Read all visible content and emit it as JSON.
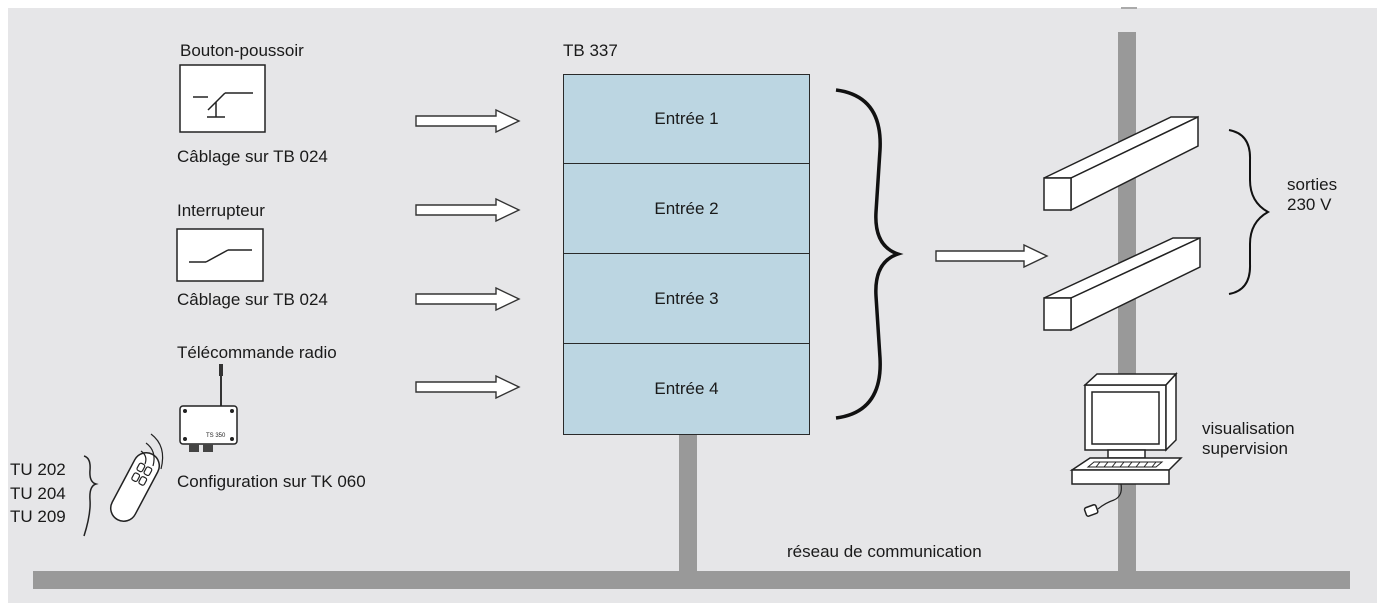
{
  "colors": {
    "background": "#e6e6e8",
    "bus": "#999999",
    "input_cell": "#bcd6e2",
    "outline": "#2a2a2a"
  },
  "left": {
    "push_button": {
      "title": "Bouton-poussoir",
      "caption": "Câblage sur TB 024"
    },
    "switch": {
      "title": "Interrupteur",
      "caption": "Câblage sur TB 024"
    },
    "radio": {
      "title": "Télécommande radio",
      "module_label": "TS 350",
      "caption": "Configuration sur TK 060"
    },
    "remote_refs": [
      "TU 202",
      "TU 204",
      "TU 209"
    ]
  },
  "device": {
    "title": "TB 337",
    "inputs": [
      "Entrée 1",
      "Entrée 2",
      "Entrée 3",
      "Entrée 4"
    ]
  },
  "right": {
    "outputs_label": [
      "sorties",
      "230 V"
    ],
    "supervision_label": [
      "visualisation",
      "supervision"
    ]
  },
  "network_label": "réseau de communication"
}
